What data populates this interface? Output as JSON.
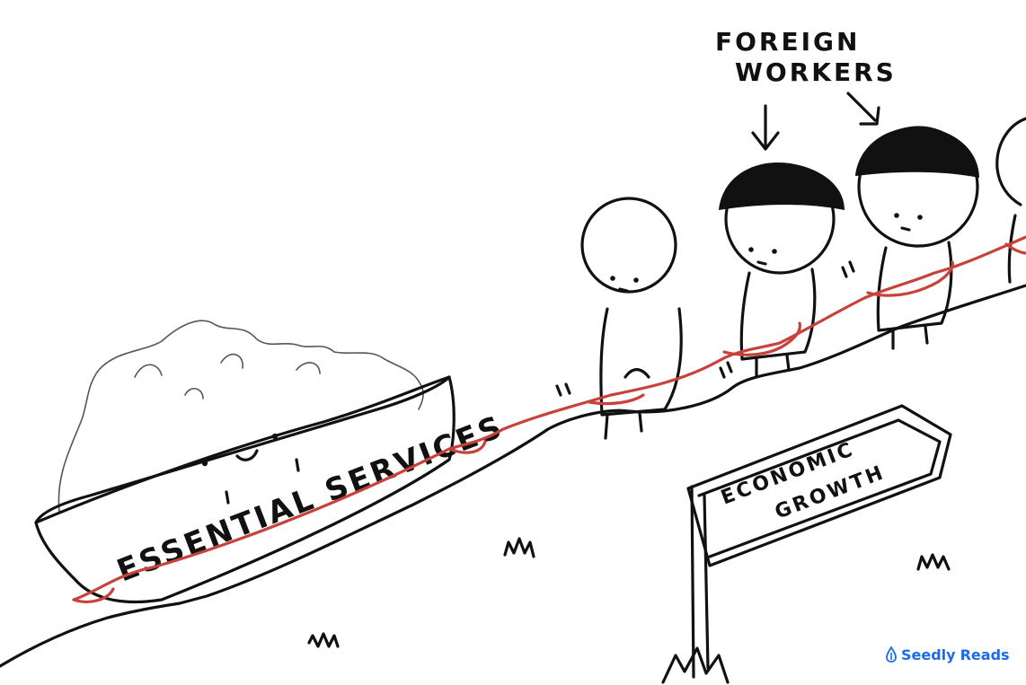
{
  "labels": {
    "foreign_line1": "FOREIGN",
    "foreign_line2": "WORKERS",
    "bowl_text": "ESSENTIAL SERVICES",
    "sign_line1": "ECONOMIC",
    "sign_line2": "GROWTH"
  },
  "branding": {
    "word1": "Seedly",
    "word2": "Reads",
    "icon": "seedly-drop-icon"
  },
  "colors": {
    "ink": "#111111",
    "rope": "#c8413a",
    "brand": "#1d6ce8"
  }
}
